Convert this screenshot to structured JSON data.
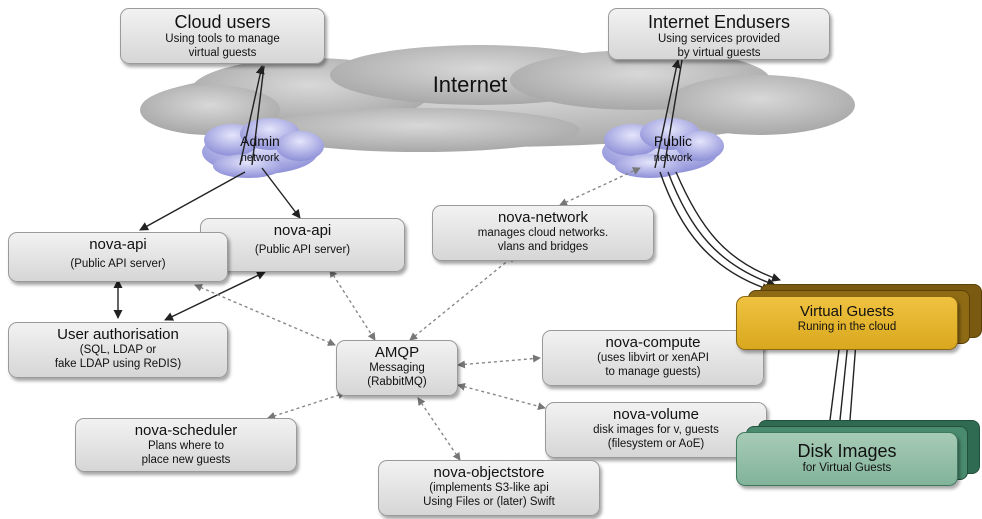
{
  "clouds": {
    "internet": "Internet",
    "admin": {
      "title": "Admin",
      "sub": "network"
    },
    "public": {
      "title": "Public",
      "sub": "network"
    }
  },
  "nodes": {
    "cloud_users": {
      "title": "Cloud users",
      "lines": [
        "Using tools to manage",
        "virtual guests"
      ]
    },
    "internet_endusers": {
      "title": "Internet Endusers",
      "lines": [
        "Using services provided",
        "by virtual guests"
      ]
    },
    "nova_api_left": {
      "title": "nova-api",
      "lines": [
        "(Public API server)"
      ]
    },
    "nova_api_mid": {
      "title": "nova-api",
      "lines": [
        "(Public API server)"
      ]
    },
    "nova_network": {
      "title": "nova-network",
      "lines": [
        "manages cloud networks.",
        "vlans and bridges"
      ]
    },
    "user_auth": {
      "title": "User authorisation",
      "lines": [
        "(SQL, LDAP or",
        "fake LDAP using ReDIS)"
      ]
    },
    "amqp": {
      "title": "AMQP",
      "lines": [
        "Messaging",
        "(RabbitMQ)"
      ]
    },
    "nova_compute": {
      "title": "nova-compute",
      "lines": [
        "(uses libvirt or xenAPI",
        "to manage guests)"
      ]
    },
    "nova_scheduler": {
      "title": "nova-scheduler",
      "lines": [
        "Plans where to",
        "place new guests"
      ]
    },
    "nova_volume": {
      "title": "nova-volume",
      "lines": [
        "disk images for  v, guests",
        "(filesystem or AoE)"
      ]
    },
    "nova_objectstore": {
      "title": "nova-objectstore",
      "lines": [
        "(implements S3-like api",
        "Using Files or (later) Swift"
      ]
    },
    "virtual_guests": {
      "title": "Virtual Guests",
      "lines": [
        "Runing in the cloud"
      ]
    },
    "disk_images": {
      "title": "Disk Images",
      "lines": [
        "for Virtual Guests"
      ]
    }
  },
  "colors": {
    "box_fill": "#dcdcdc",
    "virtual_guests": "#e2b42c",
    "disk_images": "#8fb9a1",
    "cloud_gray": "#bdbdbd",
    "cloud_blue": "#a6a8e4"
  }
}
